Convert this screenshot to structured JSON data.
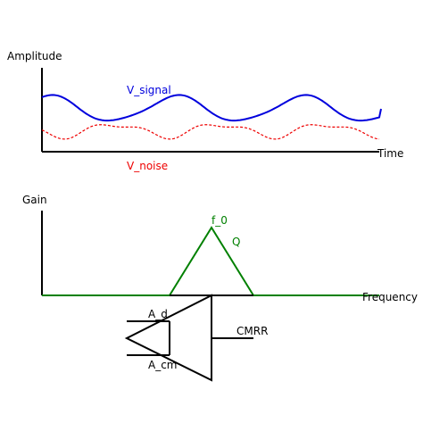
{
  "time_plot": {
    "y_label": "Amplitude",
    "x_label": "Time",
    "signal_label": "V_signal",
    "noise_label": "V_noise"
  },
  "gain_plot": {
    "y_label": "Gain",
    "x_label": "Frequency",
    "peak_label": "f_0",
    "q_label": "Q"
  },
  "amplifier": {
    "top_label": "A_d",
    "bottom_label": "A_cm",
    "output_label": "CMRR"
  },
  "colors": {
    "axis": "#000000",
    "signal": "#0000dd",
    "noise": "#ee0000",
    "filter": "#008000",
    "amplifier": "#000000"
  }
}
